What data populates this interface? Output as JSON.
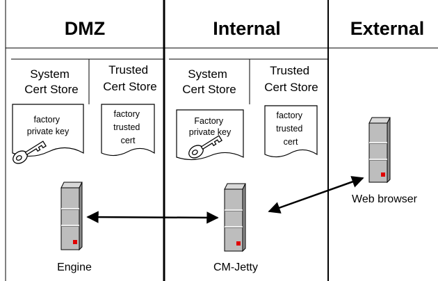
{
  "zones": [
    {
      "name": "DMZ"
    },
    {
      "name": "Internal"
    },
    {
      "name": "External"
    }
  ],
  "dmz": {
    "system_store": [
      "System",
      "Cert Store"
    ],
    "trusted_store": [
      "Trusted",
      "Cert Store"
    ],
    "key_doc": [
      "factory",
      "private key"
    ],
    "cert_doc": [
      "factory",
      "trusted",
      "cert"
    ],
    "node_label": "Engine"
  },
  "internal": {
    "system_store": [
      "System",
      "Cert Store"
    ],
    "trusted_store": [
      "Trusted",
      "Cert Store"
    ],
    "key_doc": [
      "Factory",
      "private key"
    ],
    "cert_doc": [
      "factory",
      "trusted",
      "cert"
    ],
    "node_label": "CM-Jetty"
  },
  "external": {
    "node_label": "Web browser"
  },
  "colors": {
    "line": "#000000",
    "server_light": "#d9d9d9",
    "server_mid": "#bdbdbd",
    "server_dark": "#8c8c8c",
    "led": "#e00000"
  },
  "icons": [
    "server-icon",
    "key-icon",
    "document-icon"
  ]
}
